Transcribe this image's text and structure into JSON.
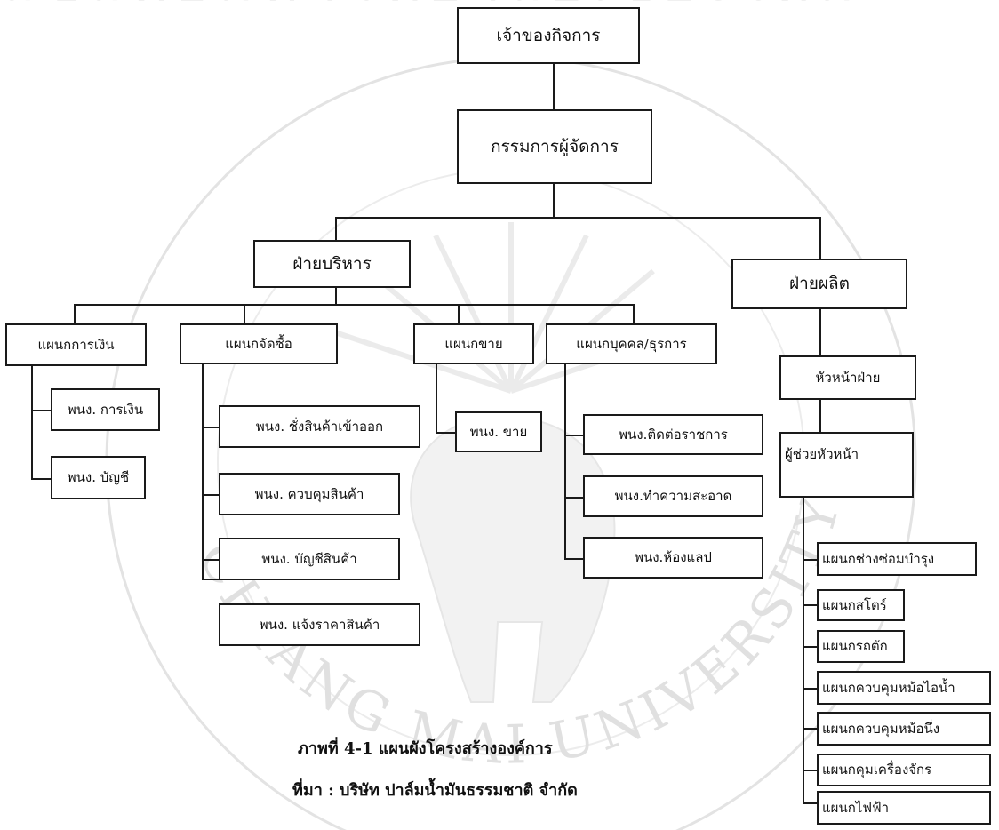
{
  "watermark": {
    "top_text": "ลิขสิทธิ์มหาวิทยาลัยเชียงใหม่",
    "bottom_text": "CHIANG MAI UNIVERSITY",
    "color": "#dcdcdc"
  },
  "nodes": {
    "owner": "เจ้าของกิจการ",
    "managing_director": "กรรมการผู้จัดการ",
    "admin_division": "ฝ่ายบริหาร",
    "production_division": "ฝ่ายผลิต",
    "finance_dept": "แผนกการเงิน",
    "finance_staff": "พนง. การเงิน",
    "accounting_staff": "พนง. บัญชี",
    "purchasing_dept": "แผนกจัดซื้อ",
    "goods_inout_staff": "พนง. ชั่งสินค้าเข้าออก",
    "goods_control_staff": "พนง. ควบคุมสินค้า",
    "goods_account_staff": "พนง. บัญชีสินค้า",
    "price_notify_staff": "พนง. แจ้งราคาสินค้า",
    "sales_dept": "แผนกขาย",
    "sales_staff": "พนง. ขาย",
    "hr_dept": "แผนกบุคคล/ธุรการ",
    "gov_contact_staff": "พนง.ติดต่อราชการ",
    "cleaning_staff": "พนง.ทำความสะอาด",
    "lab_staff": "พนง.ห้องแลป",
    "division_head": "หัวหน้าฝ่าย",
    "assistant_head": "ผู้ช่วยหัวหน้า",
    "maintenance_dept": "แผนกช่างซ่อมบำรุง",
    "store_dept": "แผนกสโตร์",
    "truck_dept": "แผนกรถตัก",
    "boiler_dept": "แผนกควบคุมหม้อไอน้ำ",
    "steamer_dept": "แผนกควบคุมหม้อนึ่ง",
    "machine_dept": "แผนกคุมเครื่องจักร",
    "electric_dept": "แผนกไฟฟ้า"
  },
  "caption": {
    "figure": "ภาพที่  4-1  แผนผังโครงสร้างองค์การ",
    "source": "ที่มา :  บริษัท ปาล์มน้ำมันธรรมชาติ จำกัด"
  }
}
